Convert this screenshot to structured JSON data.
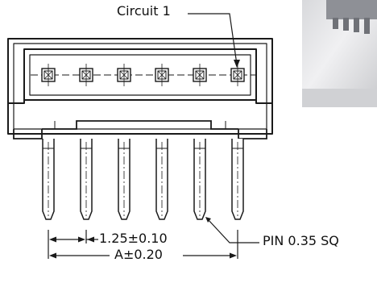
{
  "labels": {
    "circuit": "Circuit  1",
    "pitch": "1.25±0.10",
    "pin": "PIN  0.35  SQ",
    "overall": "A±0.20"
  },
  "connector": {
    "pin_count": 6
  },
  "colors": {
    "ink": "#1a1a1a",
    "background": "#ffffff",
    "photo_light": "#e6e6e8",
    "photo_dark": "#7a7c82"
  }
}
